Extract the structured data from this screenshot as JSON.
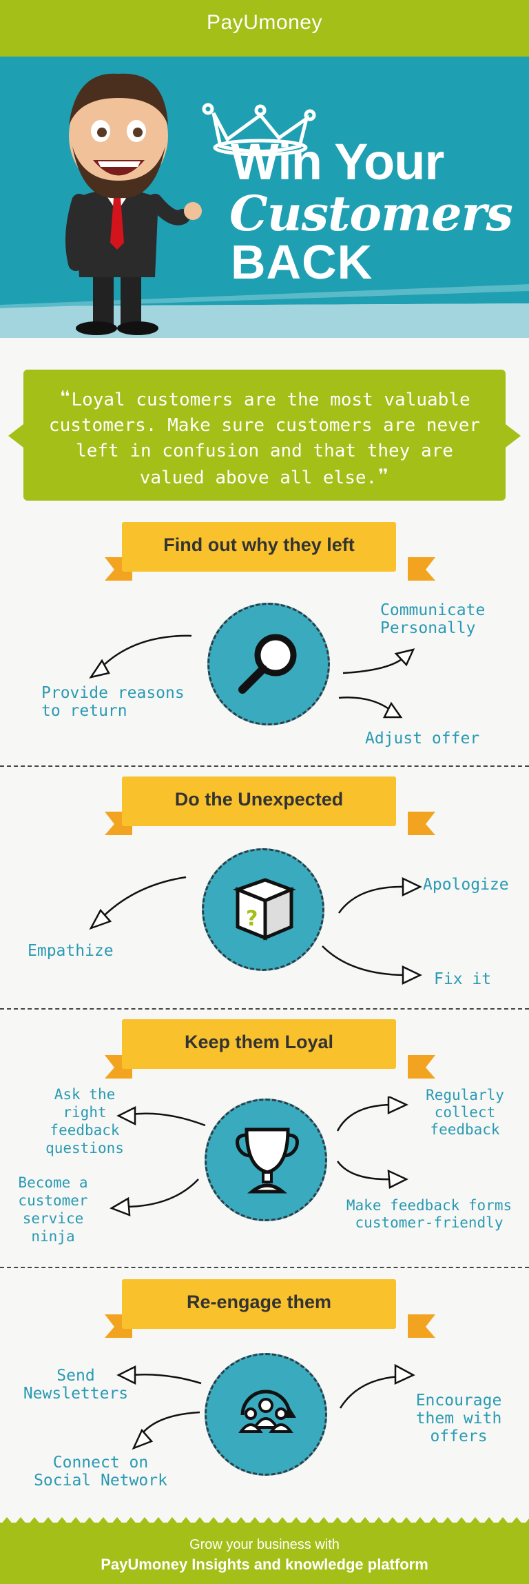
{
  "header": {
    "logo_left": "PayU",
    "logo_right": "money"
  },
  "hero": {
    "title_line1": "Win Your",
    "title_line2": "Customers",
    "title_line3": "BACK"
  },
  "quote": {
    "open_mark": "❝",
    "text": "Loyal customers are the most valuable customers. Make sure customers are never left in confusion and that they are valued above all else.",
    "close_mark": "❞"
  },
  "sections": [
    {
      "heading": "Find out why they left",
      "icon": "magnifier-icon",
      "labels": [
        "Communicate Personally",
        "Provide reasons to return",
        "Adjust offer"
      ]
    },
    {
      "heading": "Do the Unexpected",
      "icon": "mystery-box-icon",
      "labels": [
        "Apologize",
        "Empathize",
        "Fix it"
      ]
    },
    {
      "heading": "Keep them Loyal",
      "icon": "trophy-icon",
      "labels": [
        "Ask the right feedback questions",
        "Regularly collect feedback",
        "Become a customer service ninja",
        "Make feedback forms customer-friendly"
      ]
    },
    {
      "heading": "Re-engage them",
      "icon": "people-network-icon",
      "labels": [
        "Send Newsletters",
        "Encourage them with offers",
        "Connect on Social Network"
      ]
    }
  ],
  "footer": {
    "line1": "Grow your business with",
    "line2": "PayUmoney Insights and knowledge platform"
  },
  "colors": {
    "green": "#a3bf18",
    "teal": "#2a9ab3",
    "ribbon": "#f9c22c",
    "circle": "#3aaabf"
  }
}
